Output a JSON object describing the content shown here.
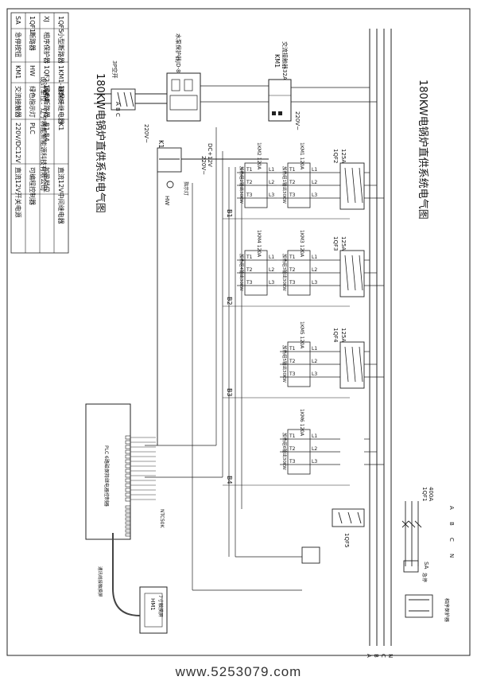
{
  "title_right": "180KW电锅炉直供系统电气图",
  "title_left": "180KW电锅炉直供系统电气图",
  "designer": "设计单位：辽宁稀能新能源科技有限公司",
  "watermark": "www.5253079.com",
  "legend": [
    {
      "code": "SA",
      "name": "急停按钮",
      "code2": "KM1",
      "name2": "交流接触器",
      "code3": "220V/DC12V",
      "name3": "直流12V开关电源"
    },
    {
      "code": "1QF1",
      "name": "断路器",
      "code2": "HW",
      "name2": "绿色指示灯",
      "code3": "PLC",
      "name3": "可编程控制器"
    },
    {
      "code": "XJ",
      "name": "相序保护器",
      "code2": "1QF2-1QF4",
      "name2": "漏电断路器",
      "code3": "B1-B4",
      "name3": "加热档位"
    },
    {
      "code": "1QF5",
      "name": "小型断路器",
      "code2": "1KM1-1KM6",
      "name2": "磁保持继电器",
      "code3": "K1",
      "name3": "直流12V中间继电器"
    }
  ],
  "labels": {
    "km1": "KM1",
    "km1_desc": "交流接触器32A",
    "xj_desc": "水泵保护器JD-8",
    "switch_3p": "3P空开",
    "abc": "A  B  C",
    "v220": "220V~",
    "v220b": "220V~",
    "v220_3": "220V~",
    "dc12": "DC+12V",
    "k1": "K1",
    "hw": "HW",
    "lamp": "指示灯",
    "qf2": "1QF2\n125A",
    "qf3": "1QF3\n125A",
    "qf4": "1QF4\n125A",
    "qf1": "1QF1\n400A",
    "qf5": "1QF5",
    "km_a": "1KM1 120A",
    "km_b": "1KM2 120A",
    "km_c": "1KM3 120A",
    "km_d": "1KM4 120A",
    "km_e": "1KM5 120A",
    "km_f": "1KM6 120A",
    "heat1": "加热组1输出30KW",
    "heat2": "加热组2输出30KW",
    "heat3": "加热组3输出30KW",
    "heat4": "加热组4输出30KW",
    "heat5": "加热组5输出30KW",
    "heat6": "加热组6输出30KW",
    "b1": "B1",
    "b2": "B2",
    "b3": "B3",
    "b4": "B4",
    "plc": "PLC 6路磁保持继电器控制器",
    "ntc": "NTC50K",
    "hmi": "HM1\n7寸触摸屏",
    "hmi_cable": "通讯线接触摸屏",
    "sa": "SA",
    "sa_desc": "急停",
    "xj2": "相序保护器",
    "abcn": [
      "A",
      "B",
      "C",
      "N"
    ],
    "abcn2": [
      "A",
      "B",
      "C",
      "N"
    ],
    "t_terms": [
      "T1",
      "T2",
      "T3"
    ],
    "l_terms": [
      "L1",
      "L2",
      "L3"
    ]
  }
}
